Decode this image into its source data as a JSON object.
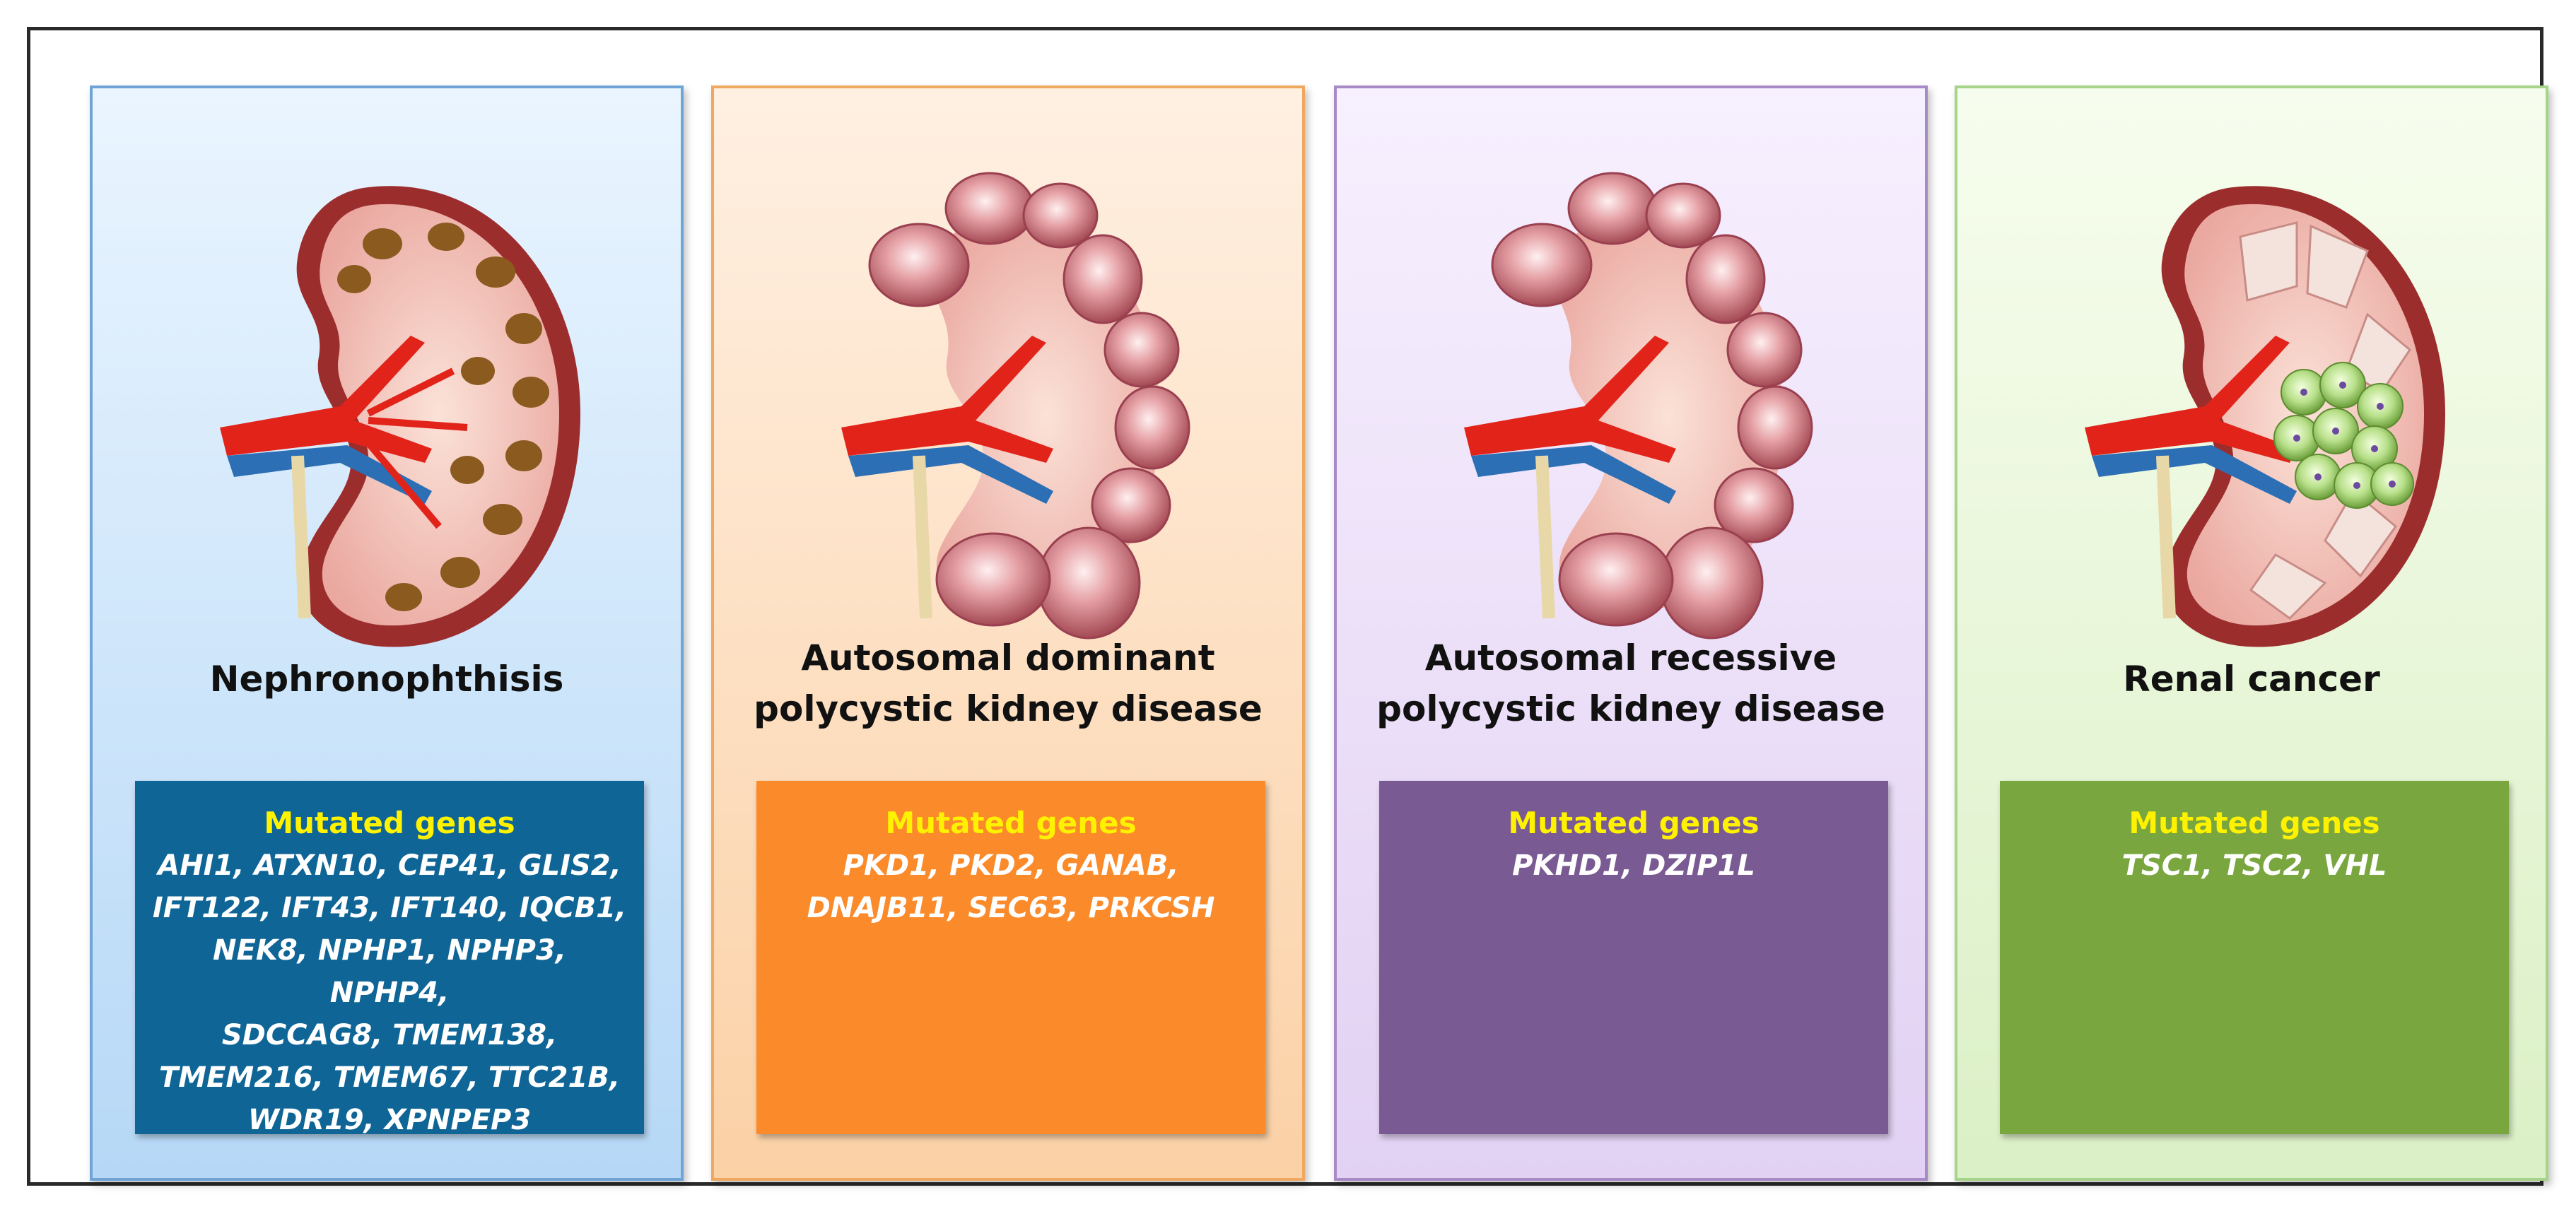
{
  "panels": [
    {
      "title_lines": [
        "Nephronophthisis"
      ],
      "genes_heading": "Mutated genes",
      "gene_lines": [
        "AHI1, ATXN10, CEP41, GLIS2,",
        "IFT122, IFT43, IFT140, IQCB1,",
        "NEK8, NPHP1, NPHP3, NPHP4,",
        "SDCCAG8, TMEM138,",
        "TMEM216, TMEM67, TTC21B,",
        "WDR19, XPNPEP3"
      ],
      "colors": {
        "box": "#0e6596"
      }
    },
    {
      "title_lines": [
        "Autosomal dominant",
        "polycystic kidney disease"
      ],
      "genes_heading": "Mutated genes",
      "gene_lines": [
        "PKD1, PKD2, GANAB,",
        "DNAJB11, SEC63, PRKCSH"
      ],
      "colors": {
        "box": "#fb8a2b"
      }
    },
    {
      "title_lines": [
        "Autosomal recessive",
        "polycystic kidney disease"
      ],
      "genes_heading": "Mutated genes",
      "gene_lines": [
        "PKHD1, DZIP1L"
      ],
      "colors": {
        "box": "#7a5a92"
      }
    },
    {
      "title_lines": [
        "Renal cancer"
      ],
      "genes_heading": "Mutated genes",
      "gene_lines": [
        "TSC1, TSC2, VHL"
      ],
      "colors": {
        "box": "#79a63e"
      }
    }
  ]
}
